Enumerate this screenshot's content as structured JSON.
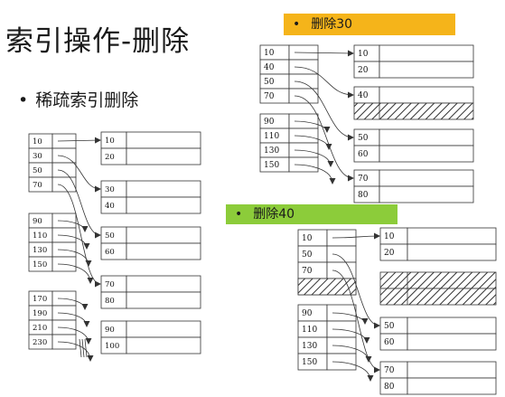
{
  "slide": {
    "title": "索引操作-删除",
    "bullet": "稀疏索引删除"
  },
  "colors": {
    "banner_30": "#f5b41a",
    "banner_40": "#8ccc3a",
    "line": "#333333"
  },
  "sections": [
    {
      "id": "original",
      "banner": "",
      "index_blocks": [
        [
          "10",
          "30",
          "50",
          "70"
        ],
        [
          "90",
          "110",
          "130",
          "150"
        ],
        [
          "170",
          "190",
          "210",
          "230"
        ]
      ],
      "data_blocks": [
        [
          "10",
          "20"
        ],
        [
          "30",
          "40"
        ],
        [
          "50",
          "60"
        ],
        [
          "70",
          "80"
        ],
        [
          "90",
          "100"
        ]
      ],
      "deleted_data_blocks": []
    },
    {
      "id": "delete-30",
      "banner": "删除30",
      "index_blocks": [
        [
          "10",
          "40",
          "50",
          "70"
        ],
        [
          "90",
          "110",
          "130",
          "150"
        ]
      ],
      "data_blocks": [
        [
          "10",
          "20"
        ],
        [
          "40",
          ""
        ],
        [
          "50",
          "60"
        ],
        [
          "70",
          "80"
        ]
      ],
      "deleted_data_blocks": []
    },
    {
      "id": "delete-40",
      "banner": "删除40",
      "index_blocks": [
        [
          "10",
          "50",
          "70",
          ""
        ],
        [
          "90",
          "110",
          "130",
          "150"
        ]
      ],
      "data_blocks": [
        [
          "10",
          "20"
        ],
        [
          "",
          ""
        ],
        [
          "50",
          "60"
        ],
        [
          "70",
          "80"
        ]
      ],
      "deleted_data_blocks": [
        1
      ]
    }
  ]
}
